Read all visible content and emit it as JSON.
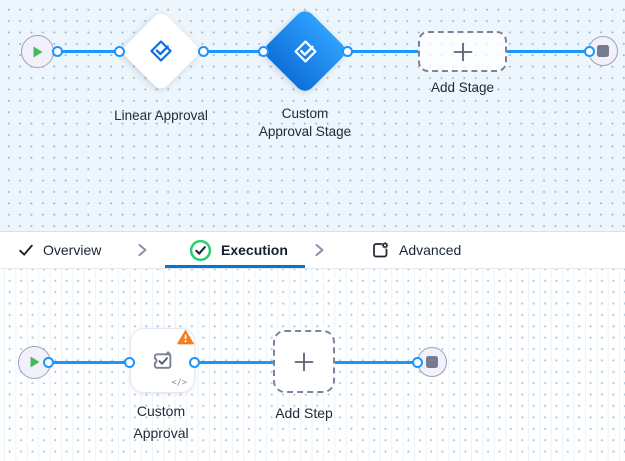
{
  "colors": {
    "connector_blue": "#1B96FF",
    "accent_blue": "#0176D3",
    "success_green": "#2DCB73",
    "warning_orange": "#F27E24",
    "start_green": "#45B85C",
    "slate": "#757C91"
  },
  "stage_flow": {
    "linear_approval_label": "Linear Approval",
    "custom_stage_label_line1": "Custom",
    "custom_stage_label_line2": "Approval Stage",
    "add_stage_label": "Add Stage"
  },
  "tab_bar": {
    "tabs": [
      {
        "label": "Overview"
      },
      {
        "label": "Execution"
      },
      {
        "label": "Advanced"
      }
    ]
  },
  "step_flow": {
    "custom_approval_label_line1": "Custom",
    "custom_approval_label_line2": "Approval",
    "add_step_label": "Add Step",
    "code_badge": "</>"
  }
}
